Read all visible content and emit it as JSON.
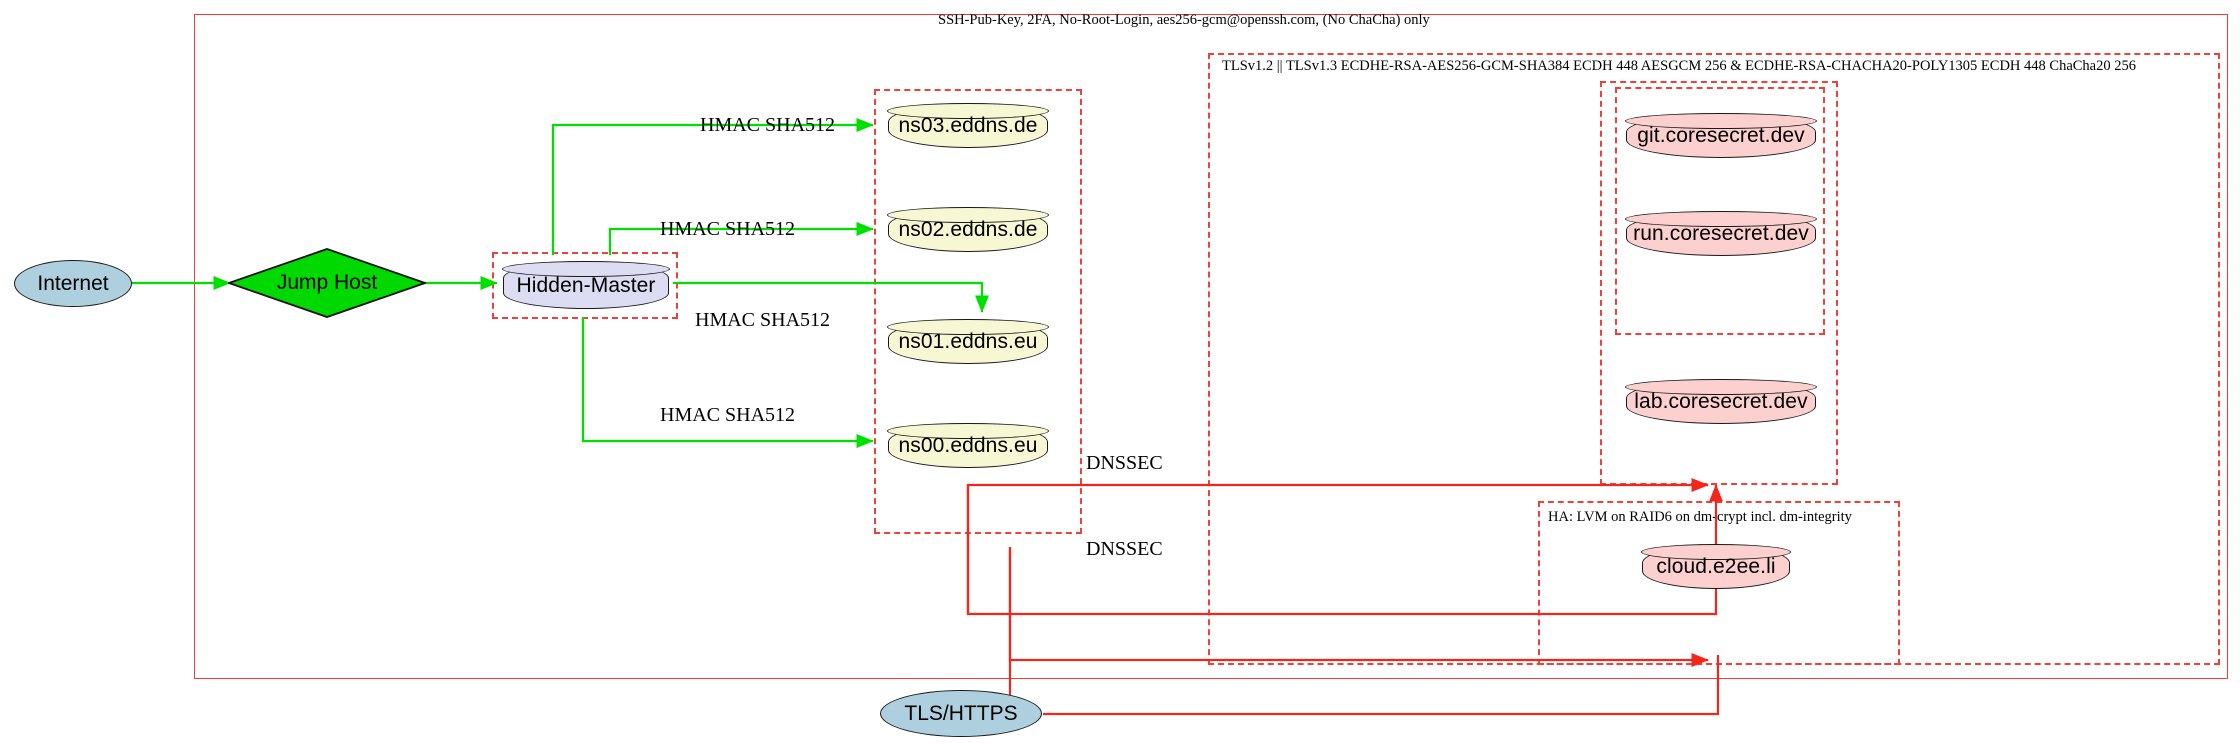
{
  "diagram": {
    "title_label": "SSH-Pub-Key, 2FA, No-Root-Login, aes256-gcm@openssh.com, (No ChaCha) only",
    "tls_label": "TLSv1.2 || TLSv1.3 ECDHE-RSA-AES256-GCM-SHA384 ECDH 448 AESGCM 256 & ECDHE-RSA-CHACHA20-POLY1305 ECDH 448 ChaCha20 256",
    "ha_label": "HA: LVM on RAID6 on dm-crypt incl. dm-integrity"
  },
  "colors": {
    "red": "#ef3e36",
    "green": "#00e000",
    "dns_fill": "#f7f7d3",
    "service_fill": "#fbd0cf",
    "master_fill": "#dcdcf3",
    "ellipse_fill": "#aecfdd",
    "diamond_fill": "#00d900"
  },
  "nodes": {
    "internet": "Internet",
    "jump_host": "Jump Host",
    "hidden_master": "Hidden-Master",
    "tls_https": "TLS/HTTPS",
    "dns_servers": [
      "ns03.eddns.de",
      "ns02.eddns.de",
      "ns01.eddns.eu",
      "ns00.eddns.eu"
    ],
    "services": [
      "git.coresecret.dev",
      "run.coresecret.dev",
      "lab.coresecret.dev"
    ],
    "cloud": "cloud.e2ee.li"
  },
  "edge_labels": {
    "hmac": [
      "HMAC SHA512",
      "HMAC SHA512",
      "HMAC SHA512",
      "HMAC SHA512"
    ],
    "dnssec": [
      "DNSSEC",
      "DNSSEC"
    ]
  }
}
